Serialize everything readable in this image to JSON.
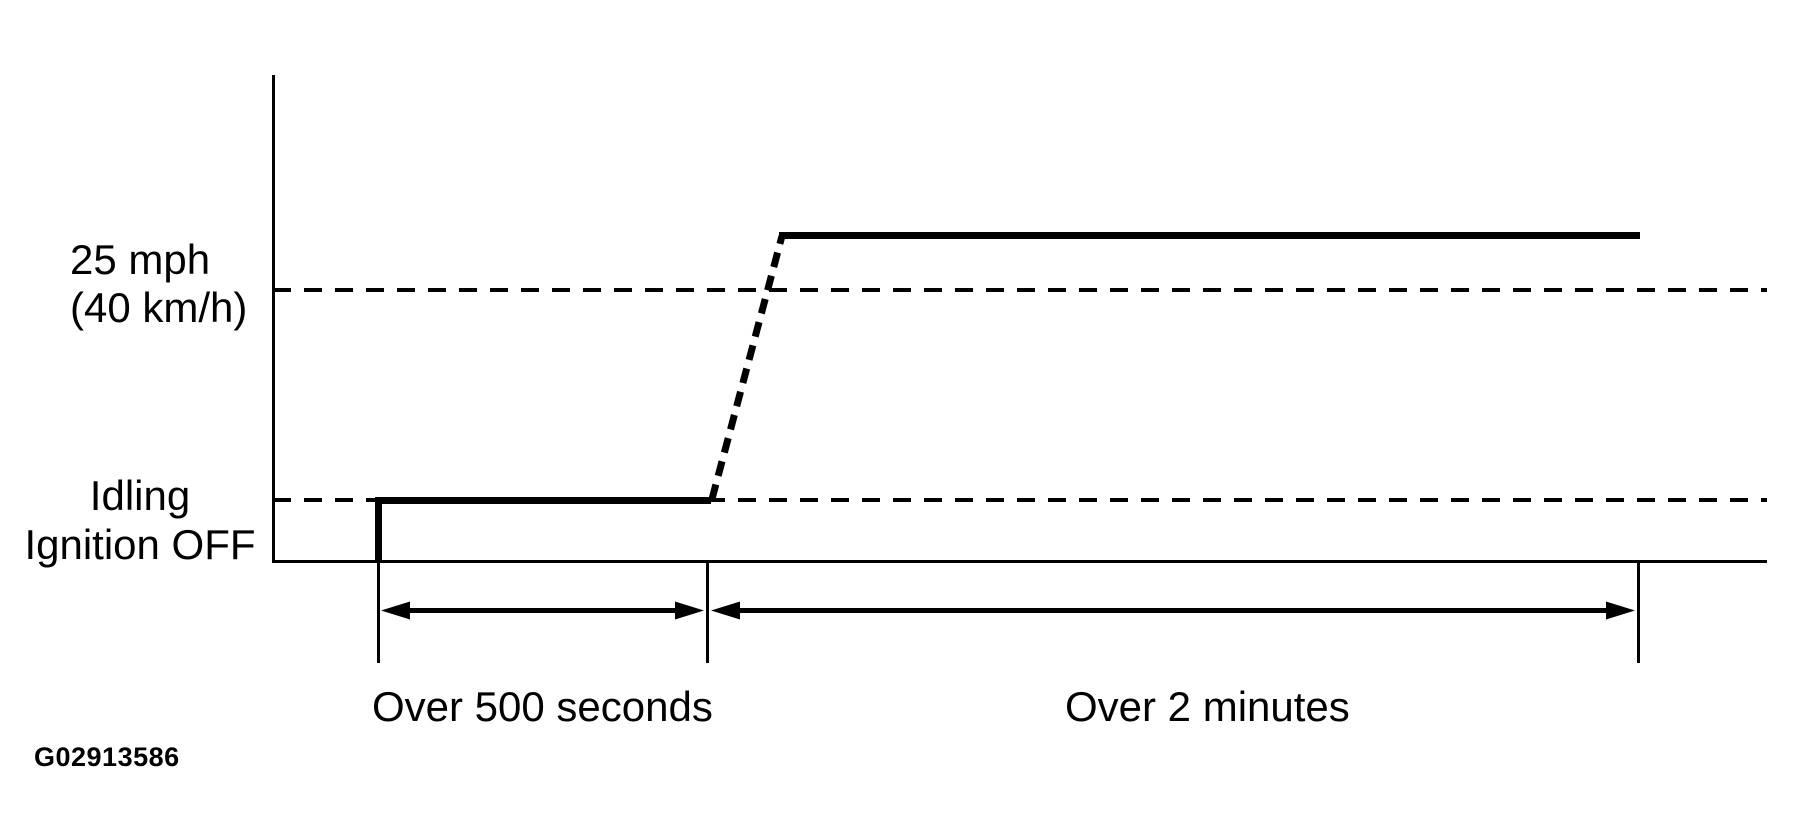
{
  "figure_code": "G02913586",
  "colors": {
    "ink": "#000000",
    "background": "#ffffff"
  },
  "axis_labels": {
    "speed_line1": "25 mph",
    "speed_line2": "(40 km/h)",
    "idling": "Idling",
    "ignition_off": "Ignition OFF"
  },
  "duration_labels": {
    "left": "Over 500 seconds",
    "right": "Over 2 minutes"
  },
  "chart_data": {
    "type": "line",
    "title": "",
    "xlabel": "time (qualitative, no scale shown)",
    "ylabel": "vehicle state / speed (qualitative)",
    "reference_levels": [
      {
        "label": "25 mph (40 km/h)",
        "style": "dashed"
      },
      {
        "label": "Idling",
        "style": "dashed"
      },
      {
        "label": "Ignition OFF",
        "style": "baseline axis"
      }
    ],
    "profile_segments": [
      {
        "segment": "step up",
        "from_level": "Ignition OFF",
        "to_level": "Idling",
        "style": "solid"
      },
      {
        "segment": "hold",
        "level": "Idling",
        "duration": "Over 500 seconds",
        "style": "solid"
      },
      {
        "segment": "acceleration ramp",
        "from_level": "Idling",
        "to_level": "above 25 mph (40 km/h)",
        "style": "dashed"
      },
      {
        "segment": "hold",
        "level": "above 25 mph (40 km/h)",
        "duration": "Over 2 minutes",
        "style": "solid"
      }
    ],
    "annotations": [
      {
        "label": "Over 500 seconds",
        "kind": "dimension arrow",
        "span": "ignition-on to acceleration start"
      },
      {
        "label": "Over 2 minutes",
        "kind": "dimension arrow",
        "span": "acceleration start to end of cruise"
      }
    ],
    "legend_position": "none",
    "grid": false
  }
}
